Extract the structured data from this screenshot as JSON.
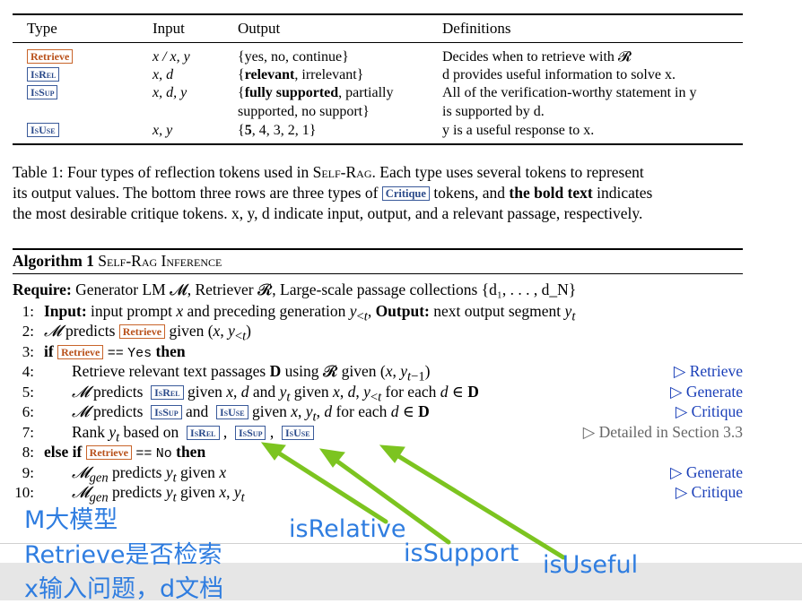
{
  "table": {
    "headers": [
      "Type",
      "Input",
      "Output",
      "Definitions"
    ],
    "rows": [
      {
        "type": "Retrieve",
        "input": "x / x, y",
        "output": "{yes, no, continue}",
        "def": "Decides when to retrieve with 𝓡"
      },
      {
        "type": "IsRel",
        "input": "x, d",
        "output_bold": "relevant",
        "output_rest": ", irrelevant}",
        "def": "d provides useful information to solve x."
      },
      {
        "type": "IsSup",
        "input": "x, d, y",
        "output_bold": "fully supported",
        "output_rest": ", partially",
        "output_line2": "supported, no support}",
        "def": "All of the verification-worthy statement in y",
        "def_line2": "is supported by d."
      },
      {
        "type": "IsUse",
        "input": "x, y",
        "output_bold": "5",
        "output_rest": ", 4, 3, 2, 1}",
        "def": "y is a useful response to x."
      }
    ]
  },
  "caption": {
    "line1a": "Table 1: Four types of reflection tokens used in ",
    "selfrag": "Self-Rag",
    "line1b": ". Each type uses several tokens to represent",
    "line2a": "its output values. The bottom three rows are three types of ",
    "critique": "Critique",
    "line2b": " tokens, and ",
    "line2bold": "the bold text",
    "line2c": " indicates",
    "line3": "the most desirable critique tokens. x, y, d indicate input, output, and a relevant passage, respectively."
  },
  "algorithm": {
    "title_bold": "Algorithm 1",
    "title_rest": " Self-Rag Inference",
    "require_label": "Require:",
    "require_text": " Generator LM 𝓜, Retriever 𝓡, Large-scale passage collections {d₁, . . . , d_N}",
    "steps": [
      {
        "n": "1:",
        "text": "Input: input prompt x and preceding generation y<t, Output: next output segment yt"
      },
      {
        "n": "2:",
        "text": "𝓜 predicts Retrieve given (x, y<t)"
      },
      {
        "n": "3:",
        "text": "if Retrieve == Yes then"
      },
      {
        "n": "4:",
        "text": "Retrieve relevant text passages D using 𝓡 given (x, yt−1)",
        "comment": "▷ Retrieve"
      },
      {
        "n": "5:",
        "text": "𝓜 predicts IsRel given x, d and yt given x, d, y<t for each d ∈ D",
        "comment": "▷ Generate"
      },
      {
        "n": "6:",
        "text": "𝓜 predicts IsSup and IsUse given x, yt, d for each d ∈ D",
        "comment": "▷ Critique"
      },
      {
        "n": "7:",
        "text": "Rank yt based on IsRel, IsSup, IsUse",
        "comment": "▷ Detailed in Section 3.3"
      },
      {
        "n": "8:",
        "text": "else if Retrieve == No then"
      },
      {
        "n": "9:",
        "text": "𝓜gen predicts yt given x",
        "comment": "▷ Generate"
      },
      {
        "n": "10:",
        "text": "𝓜gen predicts yt given x, yt",
        "comment": "▷ Critique"
      }
    ]
  },
  "annotations": {
    "m_model": "M大模型",
    "retrieve_note": "Retrieve是否检索",
    "x_note": "x输入问题，d文档",
    "is_relative": "isRelative",
    "is_support": "isSupport",
    "is_useful": "isUseful"
  },
  "colors": {
    "retrieve_token": "#c8642a",
    "critique_token": "#3a5a9a",
    "annotation": "#2f7de0",
    "arrow": "#7cc420",
    "comment_blue": "#1a3fb8"
  }
}
